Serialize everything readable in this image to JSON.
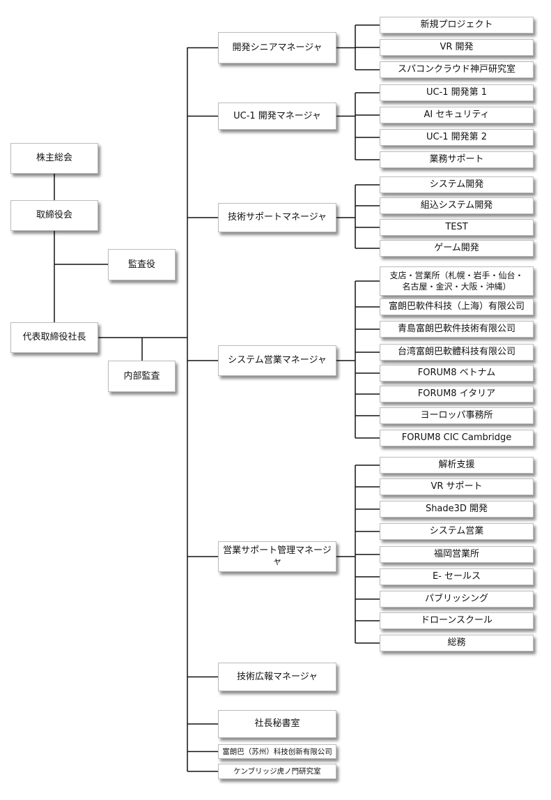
{
  "governance": {
    "shareholders": "株主総会",
    "board": "取締役会",
    "auditor": "監査役",
    "president": "代表取締役社長",
    "internal_audit": "内部監査"
  },
  "managers": [
    {
      "label": "開発シニアマネージャ",
      "children": [
        "新規プロジェクト",
        "VR 開発",
        "スパコンクラウド神戸研究室"
      ]
    },
    {
      "label": "UC-1 開発マネージャ",
      "children": [
        "UC-1 開発第 1",
        "AI セキュリティ",
        "UC-1 開発第 2",
        "業務サポート"
      ]
    },
    {
      "label": "技術サポートマネージャ",
      "children": [
        "システム開発",
        "組込システム開発",
        "TEST",
        "ゲーム開発"
      ]
    },
    {
      "label": "システム営業マネージャ",
      "children": [
        "支店・営業所（札幌・岩手・仙台・名古屋・金沢・大阪・沖縄）",
        "富朗巴軟件科技（上海）有限公司",
        "青島富朗巴軟件技術有限公司",
        "台湾富朗巴軟體科技有限公司",
        "FORUM8 ベトナム",
        "FORUM8 イタリア",
        "ヨーロッパ事務所",
        "FORUM8 CIC Cambridge"
      ]
    },
    {
      "label": "営業サポート管理マネージャ",
      "children": [
        "解析支援",
        "VR サポート",
        "Shade3D 開発",
        "システム営業",
        "福岡営業所",
        "E- セールス",
        "パブリッシング",
        "ドローンスクール",
        "総務"
      ]
    },
    {
      "label": "技術広報マネージャ",
      "children": []
    },
    {
      "label": "社長秘書室",
      "children": []
    },
    {
      "label": "富朗巴（苏州）科技创新有限公司",
      "children": []
    },
    {
      "label": "ケンブリッジ虎ノ門研究室",
      "children": []
    }
  ]
}
